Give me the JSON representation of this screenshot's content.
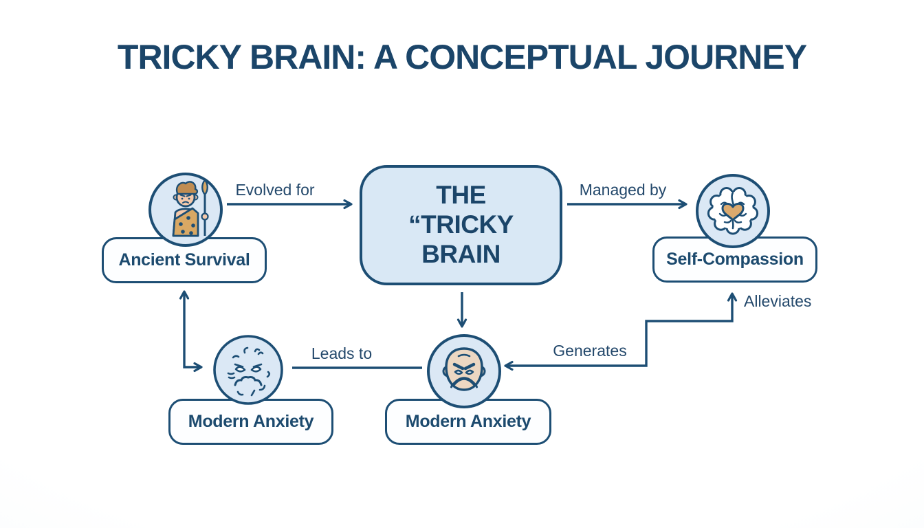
{
  "title": "TRICKY BRAIN: A CONCEPTUAL JOURNEY",
  "central": {
    "line1": "THE",
    "line2": "“TRICKY",
    "line3": "BRAIN"
  },
  "nodes": {
    "ancient_survival": {
      "label": "Ancient Survival",
      "icon": "caveman-icon"
    },
    "self_compassion": {
      "label": "Self-Compassion",
      "icon": "brain-heart-icon"
    },
    "modern_anxiety_left": {
      "label": "Modern Anxiety",
      "icon": "anxious-face-icon"
    },
    "modern_anxiety_center": {
      "label": "Modern Anxiety",
      "icon": "angry-face-icon"
    }
  },
  "edge_labels": {
    "evolved_for": "Evolved for",
    "managed_by": "Managed by",
    "leads_to": "Leads to",
    "generates": "Generates",
    "alleviates": "Alleviates"
  },
  "palette": {
    "navy": "#1d4e74",
    "title_text": "#1b4569",
    "central_fill": "#d9e8f5",
    "circle_fill": "#dbe8f5",
    "node_fill": "#fdfeff",
    "tan": "#d9a864",
    "caveman_skin": "#f4c9ab",
    "angry_skin": "#ecd7c2",
    "background_edge": "#f0f5f9"
  }
}
